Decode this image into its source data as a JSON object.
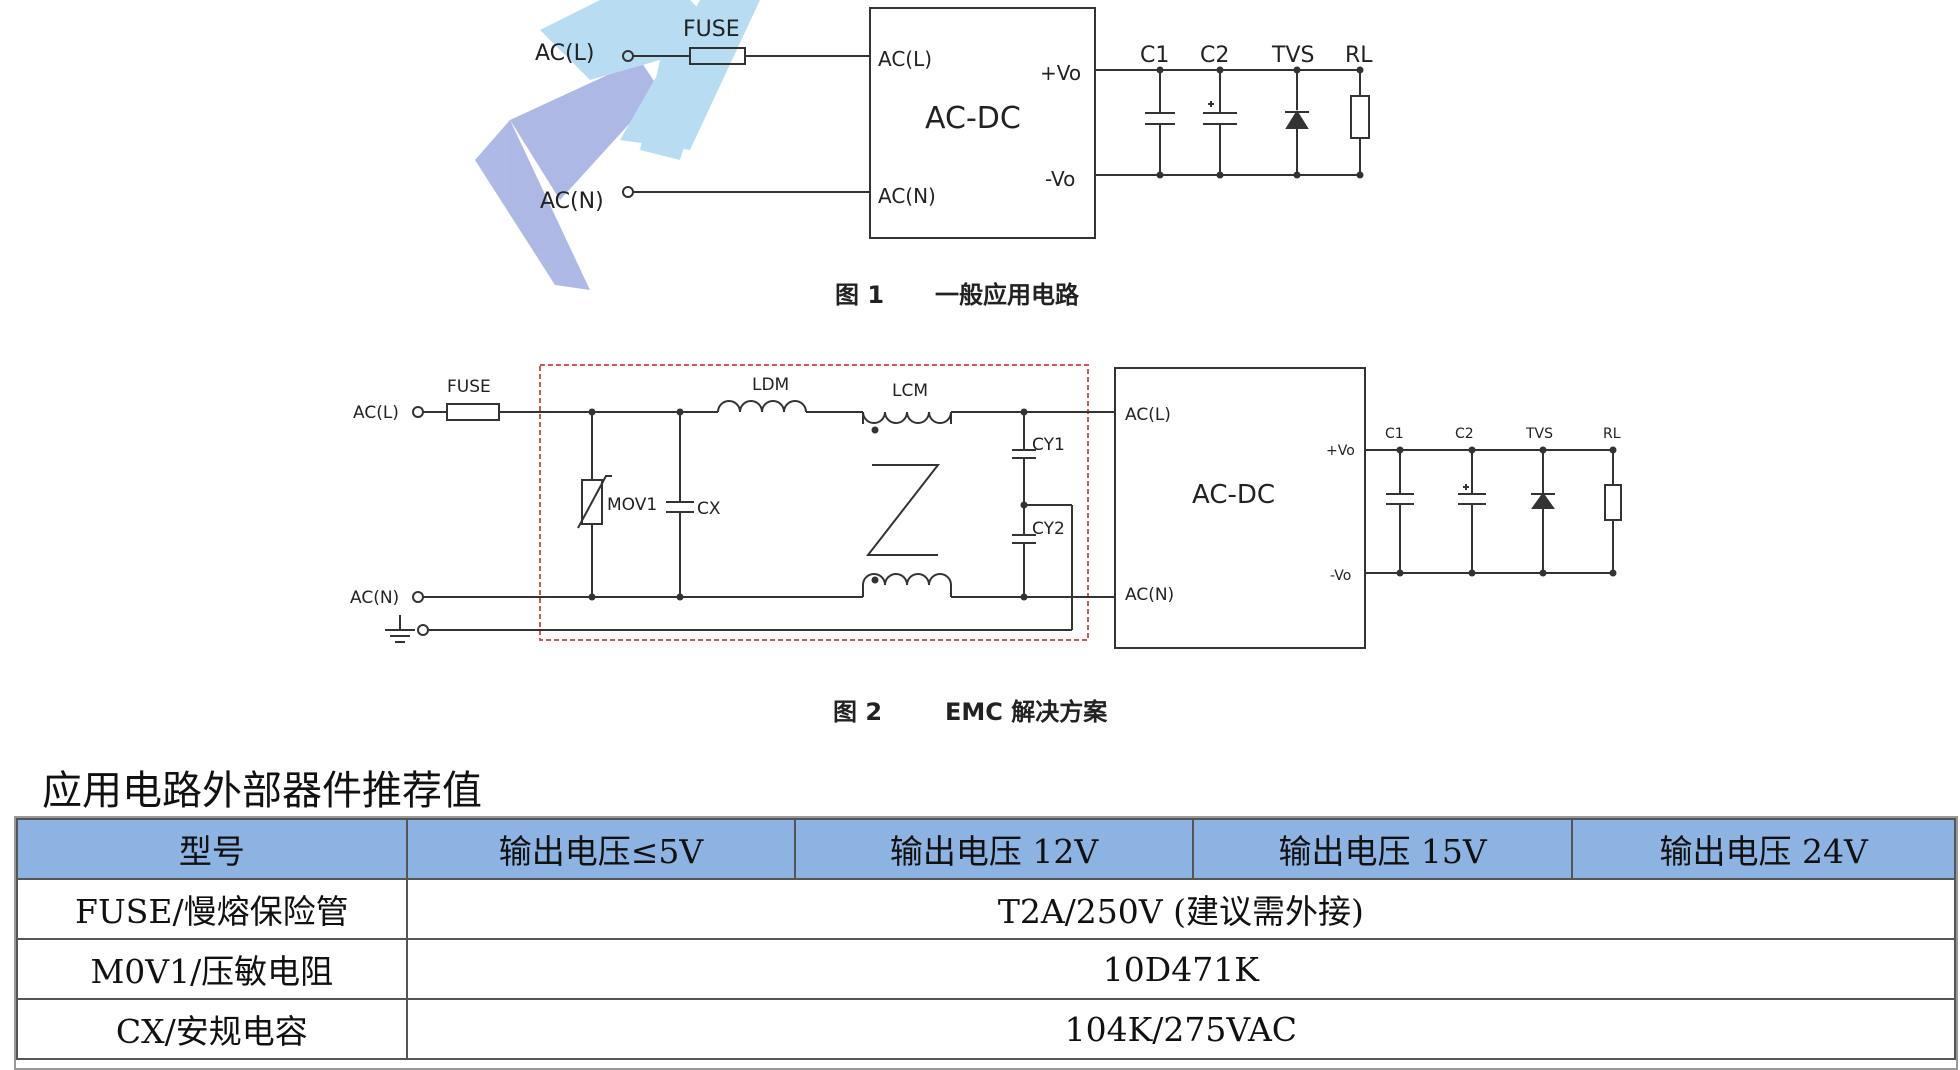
{
  "figure1": {
    "labels": {
      "ac_l": "AC(L)",
      "ac_n": "AC(N)",
      "fuse": "FUSE",
      "module_ac_l": "AC(L)",
      "module_ac_n": "AC(N)",
      "module_title": "AC-DC",
      "vo_plus": "+Vo",
      "vo_minus": "-Vo",
      "c1": "C1",
      "c2": "C2",
      "tvs": "TVS",
      "rl": "RL"
    },
    "caption_number": "图 1",
    "caption_text": "一般应用电路"
  },
  "figure2": {
    "labels": {
      "ac_l": "AC(L)",
      "ac_n": "AC(N)",
      "fuse": "FUSE",
      "ldm": "LDM",
      "lcm": "LCM",
      "mov1": "MOV1",
      "cx": "CX",
      "cy1": "CY1",
      "cy2": "CY2",
      "module_ac_l": "AC(L)",
      "module_ac_n": "AC(N)",
      "module_title": "AC-DC",
      "vo_plus": "+Vo",
      "vo_minus": "-Vo",
      "c1": "C1",
      "c2": "C2",
      "tvs": "TVS",
      "rl": "RL"
    },
    "caption_number": "图 2",
    "caption_text": "EMC 解决方案"
  },
  "section_title": "应用电路外部器件推荐值",
  "table": {
    "headers": [
      "型号",
      "输出电压≤5V",
      "输出电压 12V",
      "输出电压 15V",
      "输出电压 24V"
    ],
    "rows": [
      {
        "name": "FUSE/慢熔保险管",
        "value": "T2A/250V (建议需外接)"
      },
      {
        "name": "M0V1/压敏电阻",
        "value": "10D471K"
      },
      {
        "name": "CX/安规电容",
        "value": "104K/275VAC"
      }
    ]
  },
  "colors": {
    "header_bg": "#8db3e2",
    "emc_box": "#d9534f",
    "logo_blue": "#4a90d9",
    "logo_lightblue": "#7fc3ea",
    "logo_purple": "#6c7fcf"
  }
}
